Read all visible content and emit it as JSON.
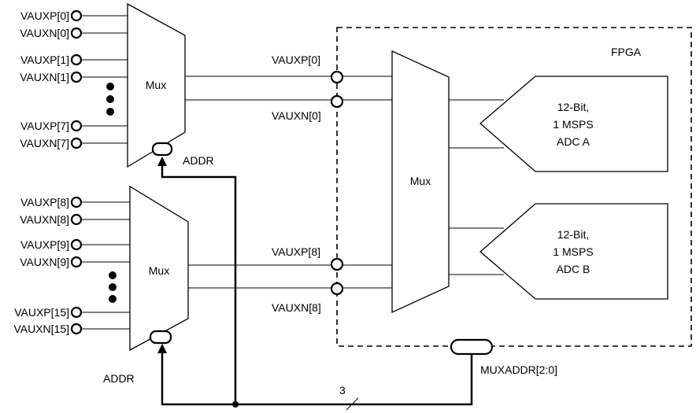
{
  "external_pins_top": [
    "VAUXP[0]",
    "VAUXN[0]",
    "VAUXP[1]",
    "VAUXN[1]",
    "VAUXP[7]",
    "VAUXN[7]"
  ],
  "external_pins_bottom": [
    "VAUXP[8]",
    "VAUXN[8]",
    "VAUXP[9]",
    "VAUXN[9]",
    "VAUXP[15]",
    "VAUXN[15]"
  ],
  "mux_label": "Mux",
  "addr_label": "ADDR",
  "fpga_label": "FPGA",
  "fpga_pins_top": [
    "VAUXP[0]",
    "VAUXN[0]"
  ],
  "fpga_pins_bottom": [
    "VAUXP[8]",
    "VAUXN[8]"
  ],
  "adc_a": [
    "12-Bit,",
    "1 MSPS",
    "ADC A"
  ],
  "adc_b": [
    "12-Bit,",
    "1 MSPS",
    "ADC B"
  ],
  "muxaddr_label": "MUXADDR[2:0]",
  "bus_width": "3"
}
